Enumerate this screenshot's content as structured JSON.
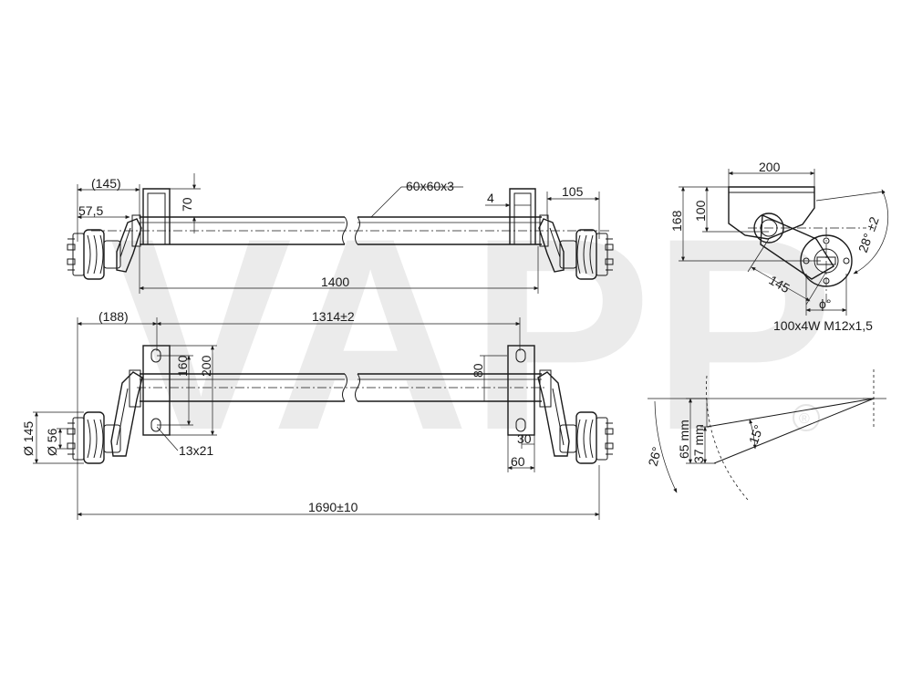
{
  "watermark": {
    "text": "VAPP",
    "mark": "®"
  },
  "dims": {
    "d145": "(145)",
    "d575": "57,5",
    "d70": "70",
    "d60x60": "60x60x3",
    "d4": "4",
    "d105": "105",
    "d1400": "1400",
    "d188": "(188)",
    "d1314": "1314±2",
    "d160": "160",
    "d200": "200",
    "d80": "80",
    "d13x21": "13x21",
    "d30": "30",
    "d60": "60",
    "dia145": "Ø 145",
    "dia56": "Ø 56",
    "d1690": "1690±10",
    "side200": "200",
    "side100": "100",
    "side168": "168",
    "side145": "145",
    "angle28": "28° ±2",
    "phi": "ϕ°",
    "bolt": "100x4W M12x1,5",
    "mm65": "65 mm",
    "mm37": "37 mm",
    "ang15": "15°",
    "ang26": "26°"
  }
}
